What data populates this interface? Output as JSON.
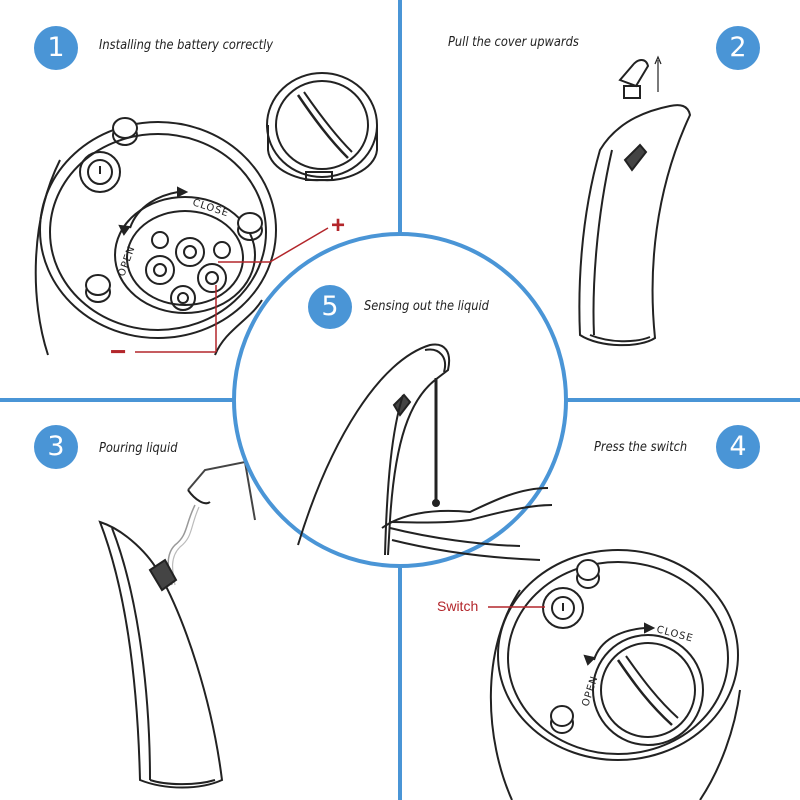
{
  "colors": {
    "accent": "#4a95d6",
    "divider": "#4a95d6",
    "callout": "#b3262b",
    "line": "#222222"
  },
  "steps": [
    {
      "number": "1",
      "caption": "Installing the battery correctly"
    },
    {
      "number": "2",
      "caption": "Pull the cover upwards"
    },
    {
      "number": "3",
      "caption": "Pouring liquid"
    },
    {
      "number": "4",
      "caption": "Press the switch"
    },
    {
      "number": "5",
      "caption": "Sensing out the liquid"
    }
  ],
  "labels": {
    "close": "CLOSE",
    "open": "OPEN",
    "plus": "+",
    "minus": "−",
    "switch": "Switch"
  }
}
